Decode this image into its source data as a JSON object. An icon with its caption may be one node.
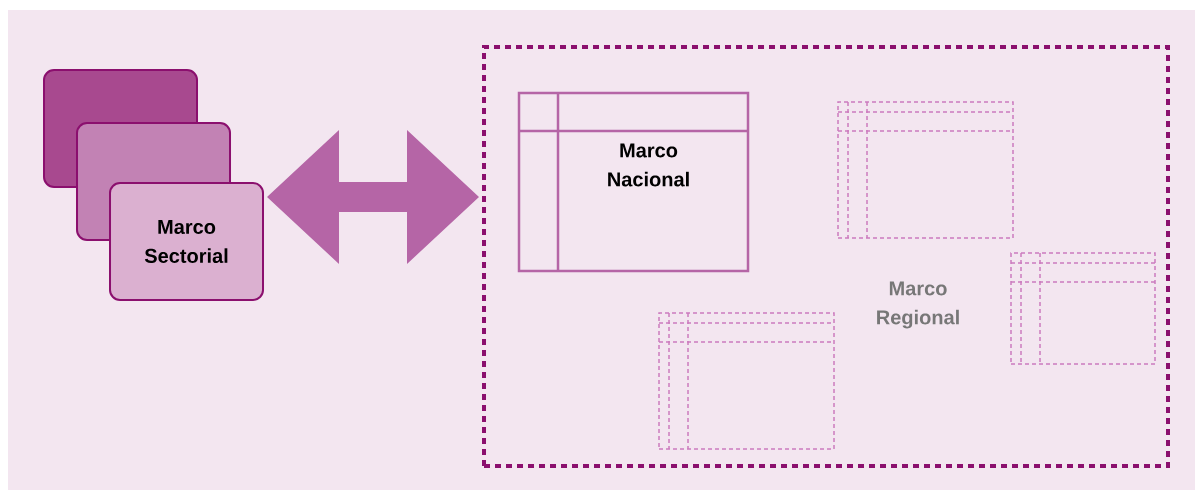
{
  "diagram": {
    "nodes": [
      {
        "text": [],
        "shape": "box"
      },
      {
        "text": [],
        "shape": "box"
      },
      {
        "text": [
          "Marco Sectorial"
        ]
      },
      {
        "text": [
          "Marco Regional"
        ]
      },
      {
        "text": [
          "Marco Nacional"
        ],
        "in": 3
      },
      {
        "text": [],
        "shape": "box",
        "in": 3
      },
      {
        "text": [],
        "shape": "box",
        "in": 3
      },
      {
        "text": [],
        "shape": "box",
        "in": 3
      }
    ],
    "edges": [
      {
        "from": 2,
        "to": 3,
        "arrow": "both"
      }
    ]
  }
}
